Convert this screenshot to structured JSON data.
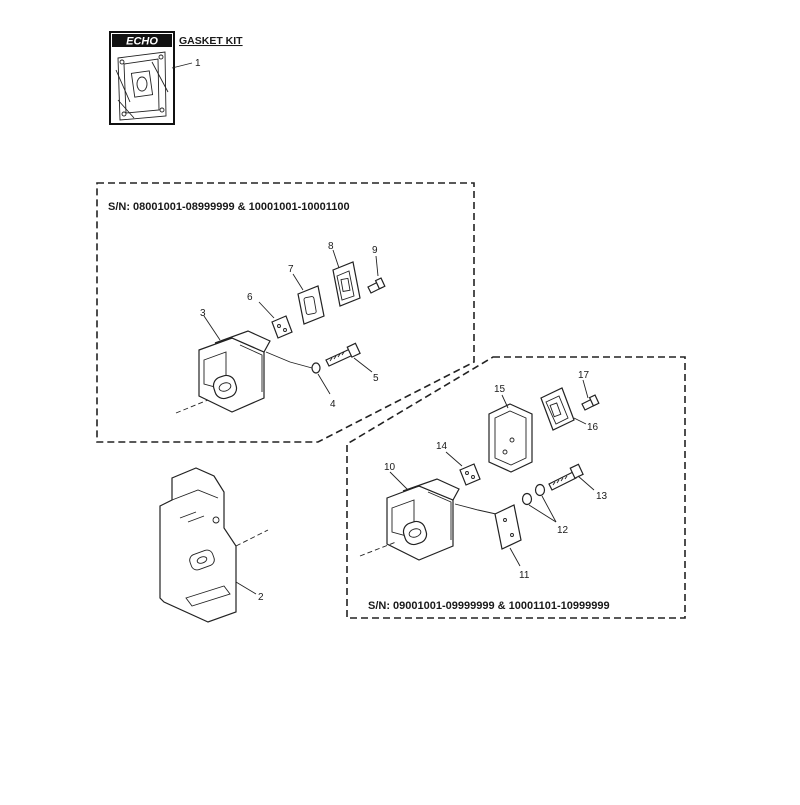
{
  "kit": {
    "brand": "ECHO",
    "title": "GASKET KIT",
    "callout": "1"
  },
  "group_a": {
    "serial_label": "S/N: 08001001-08999999 & 10001001-10001100",
    "callouts": [
      "3",
      "4",
      "5",
      "6",
      "7",
      "8",
      "9"
    ]
  },
  "group_b": {
    "serial_label": "S/N: 09001001-09999999 & 10001101-10999999",
    "callouts": [
      "10",
      "11",
      "12",
      "13",
      "14",
      "15",
      "16",
      "17"
    ]
  },
  "shared": {
    "callouts": [
      "2"
    ]
  }
}
